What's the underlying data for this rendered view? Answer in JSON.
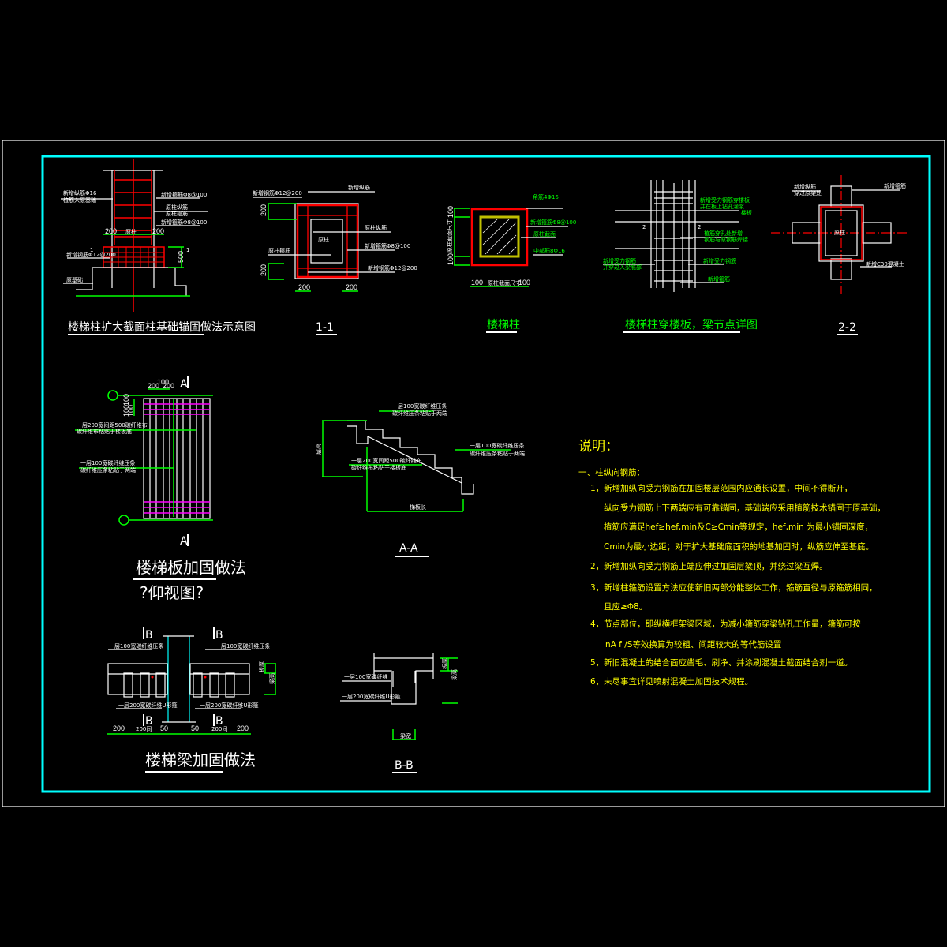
{
  "drawing": {
    "colors": {
      "background": "#000000",
      "frame_outer": "#ffffff",
      "frame_inner": "#00ffff",
      "rebar": "#ff0000",
      "dimension": "#00ff00",
      "notes": "#ffff00",
      "steel_plate": "#ff00ff"
    },
    "views": {
      "foundation": {
        "title": "楼梯柱扩大截面柱基础锚固做法示意图",
        "labels": {
          "l1a": "新增纵筋Φ16",
          "l1b": "植筋入原基础",
          "l2": "新增箍筋Φ8@100",
          "l3a": "原柱纵筋",
          "l3b": "原柱箍筋",
          "l4": "新增箍筋Φ8@100",
          "l5": "新增钢筋Φ12@200",
          "l6": "原基础",
          "cut": "1"
        },
        "dims": {
          "d1": "200",
          "d2": "200",
          "d3": "500",
          "center": "原柱"
        }
      },
      "section_1_1": {
        "title": "1-1",
        "labels": {
          "l1": "新增钢筋Φ12@200",
          "l2": "新增纵筋",
          "l3": "原柱纵筋",
          "l4": "新增箍筋Φ8@100",
          "l5": "原柱箍筋",
          "l6": "新增钢筋Φ12@200",
          "center": "原柱"
        },
        "dims": {
          "d1": "200",
          "d2": "200",
          "d3": "200",
          "d4": "200"
        }
      },
      "stair_column": {
        "title": "楼梯柱",
        "labels": {
          "l1": "角筋4Φ16",
          "l2": "新增箍筋Φ8@100",
          "l3": "原柱截面",
          "l4": "中部筋8Φ16",
          "side": "原柱截面尺寸"
        },
        "dims": {
          "d1": "100",
          "d2": "100",
          "d3": "100",
          "d4": "100",
          "mid": "原柱截面尺寸"
        }
      },
      "joint_detail": {
        "title": "楼梯柱穿楼板，梁节点详图",
        "labels": {
          "l1a": "新增受力钢筋穿楼板",
          "l1b": "并在板上钻孔灌浆",
          "l1c": "楼板",
          "l2a": "植筋穿孔处新增",
          "l2b": "钢筋与原钢筋焊接",
          "l3": "新增受力钢筋",
          "l4a": "新增受力钢筋",
          "l4b": "并穿过入梁底部",
          "l5": "新增箍筋",
          "cut": "2"
        }
      },
      "section_2_2": {
        "title": "2-2",
        "labels": {
          "l1a": "新增纵筋",
          "l1b": "穿过原梁处",
          "l2": "新增箍筋",
          "l3": "新增C30混凝土",
          "center": "原柱"
        }
      },
      "slab": {
        "title": "楼梯板加固做法",
        "subtitle": "?仰视图?",
        "labels": {
          "l1a": "一层200宽间距500碳纤维布",
          "l1b": "碳纤维布粘贴于楼板底",
          "l2a": "一层100宽碳纤维压条",
          "l2b": "碳纤维压条粘贴于两端"
        },
        "dims": {
          "top_mid": "100",
          "top_l": "200",
          "top_r": "200",
          "side1": "100",
          "side2": "100",
          "side3": "100"
        },
        "section_mark": "A"
      },
      "section_a_a": {
        "title": "A-A",
        "labels": {
          "l1a": "一层100宽碳纤维压条",
          "l1b": "碳纤维压条粘贴于两端",
          "l2a": "一层200宽间距500碳纤维布",
          "l2b": "碳纤维布粘贴于楼板底",
          "l3a": "一层100宽碳纤维压条",
          "l3b": "碳纤维压条粘贴于两端"
        },
        "dims": {
          "height": "层高",
          "length": "梯板长"
        }
      },
      "beam": {
        "title": "楼梯梁加固做法",
        "labels": {
          "l1": "一层100宽碳纤维压条",
          "l2": "一层100宽碳纤维压条",
          "l3": "一层200宽碳纤维U形箍",
          "l4": "一层200宽碳纤维U形箍"
        },
        "dims": {
          "d1": "200",
          "d2": "200间",
          "d3": "50",
          "d4": "50",
          "d5": "200间",
          "d6": "200",
          "h1": "板厚",
          "h2": "梁高"
        },
        "section_mark": "B"
      },
      "section_b_b": {
        "title": "B-B",
        "labels": {
          "l1": "一层100宽碳纤维",
          "l2": "一层200宽碳纤维U形箍"
        },
        "dims": {
          "w": "梁宽",
          "h1": "板厚",
          "h2": "梁高"
        }
      }
    },
    "notes": {
      "heading": "说明：",
      "section1": "一、柱纵向钢筋：",
      "items": [
        "1，新增加纵向受力钢筋在加固楼层范围内应通长设置，中间不得断开，",
        "纵向受力钢筋上下两端应有可靠锚固，基础端应采用植筋技术锚固于原基础，",
        "植筋应满足hef≥hef,min及C≥Cmin等规定，hef,min 为最小锚固深度，",
        "Cmin为最小边距；对于扩大基础底面积的地基加固时，纵筋应伸至基底。",
        "2，新增加纵向受力钢筋上端应伸过加固层梁顶，并绕过梁互焊。",
        "3，新增柱箍筋设置方法应使新旧两部分能整体工作，箍筋直径与原箍筋相同，",
        "且应≥Φ8。",
        "4，节点部位，即纵横框架梁区域，为减小箍筋穿梁钻孔工作量，箍筋可按",
        "nA f /S等效换算为较粗、间距较大的等代筋设置",
        "5，新旧混凝土的结合面应凿毛、刷净、并涂刷混凝土截面结合剂一道。",
        "6，未尽事宜详见喷射混凝土加固技术规程。"
      ]
    }
  }
}
